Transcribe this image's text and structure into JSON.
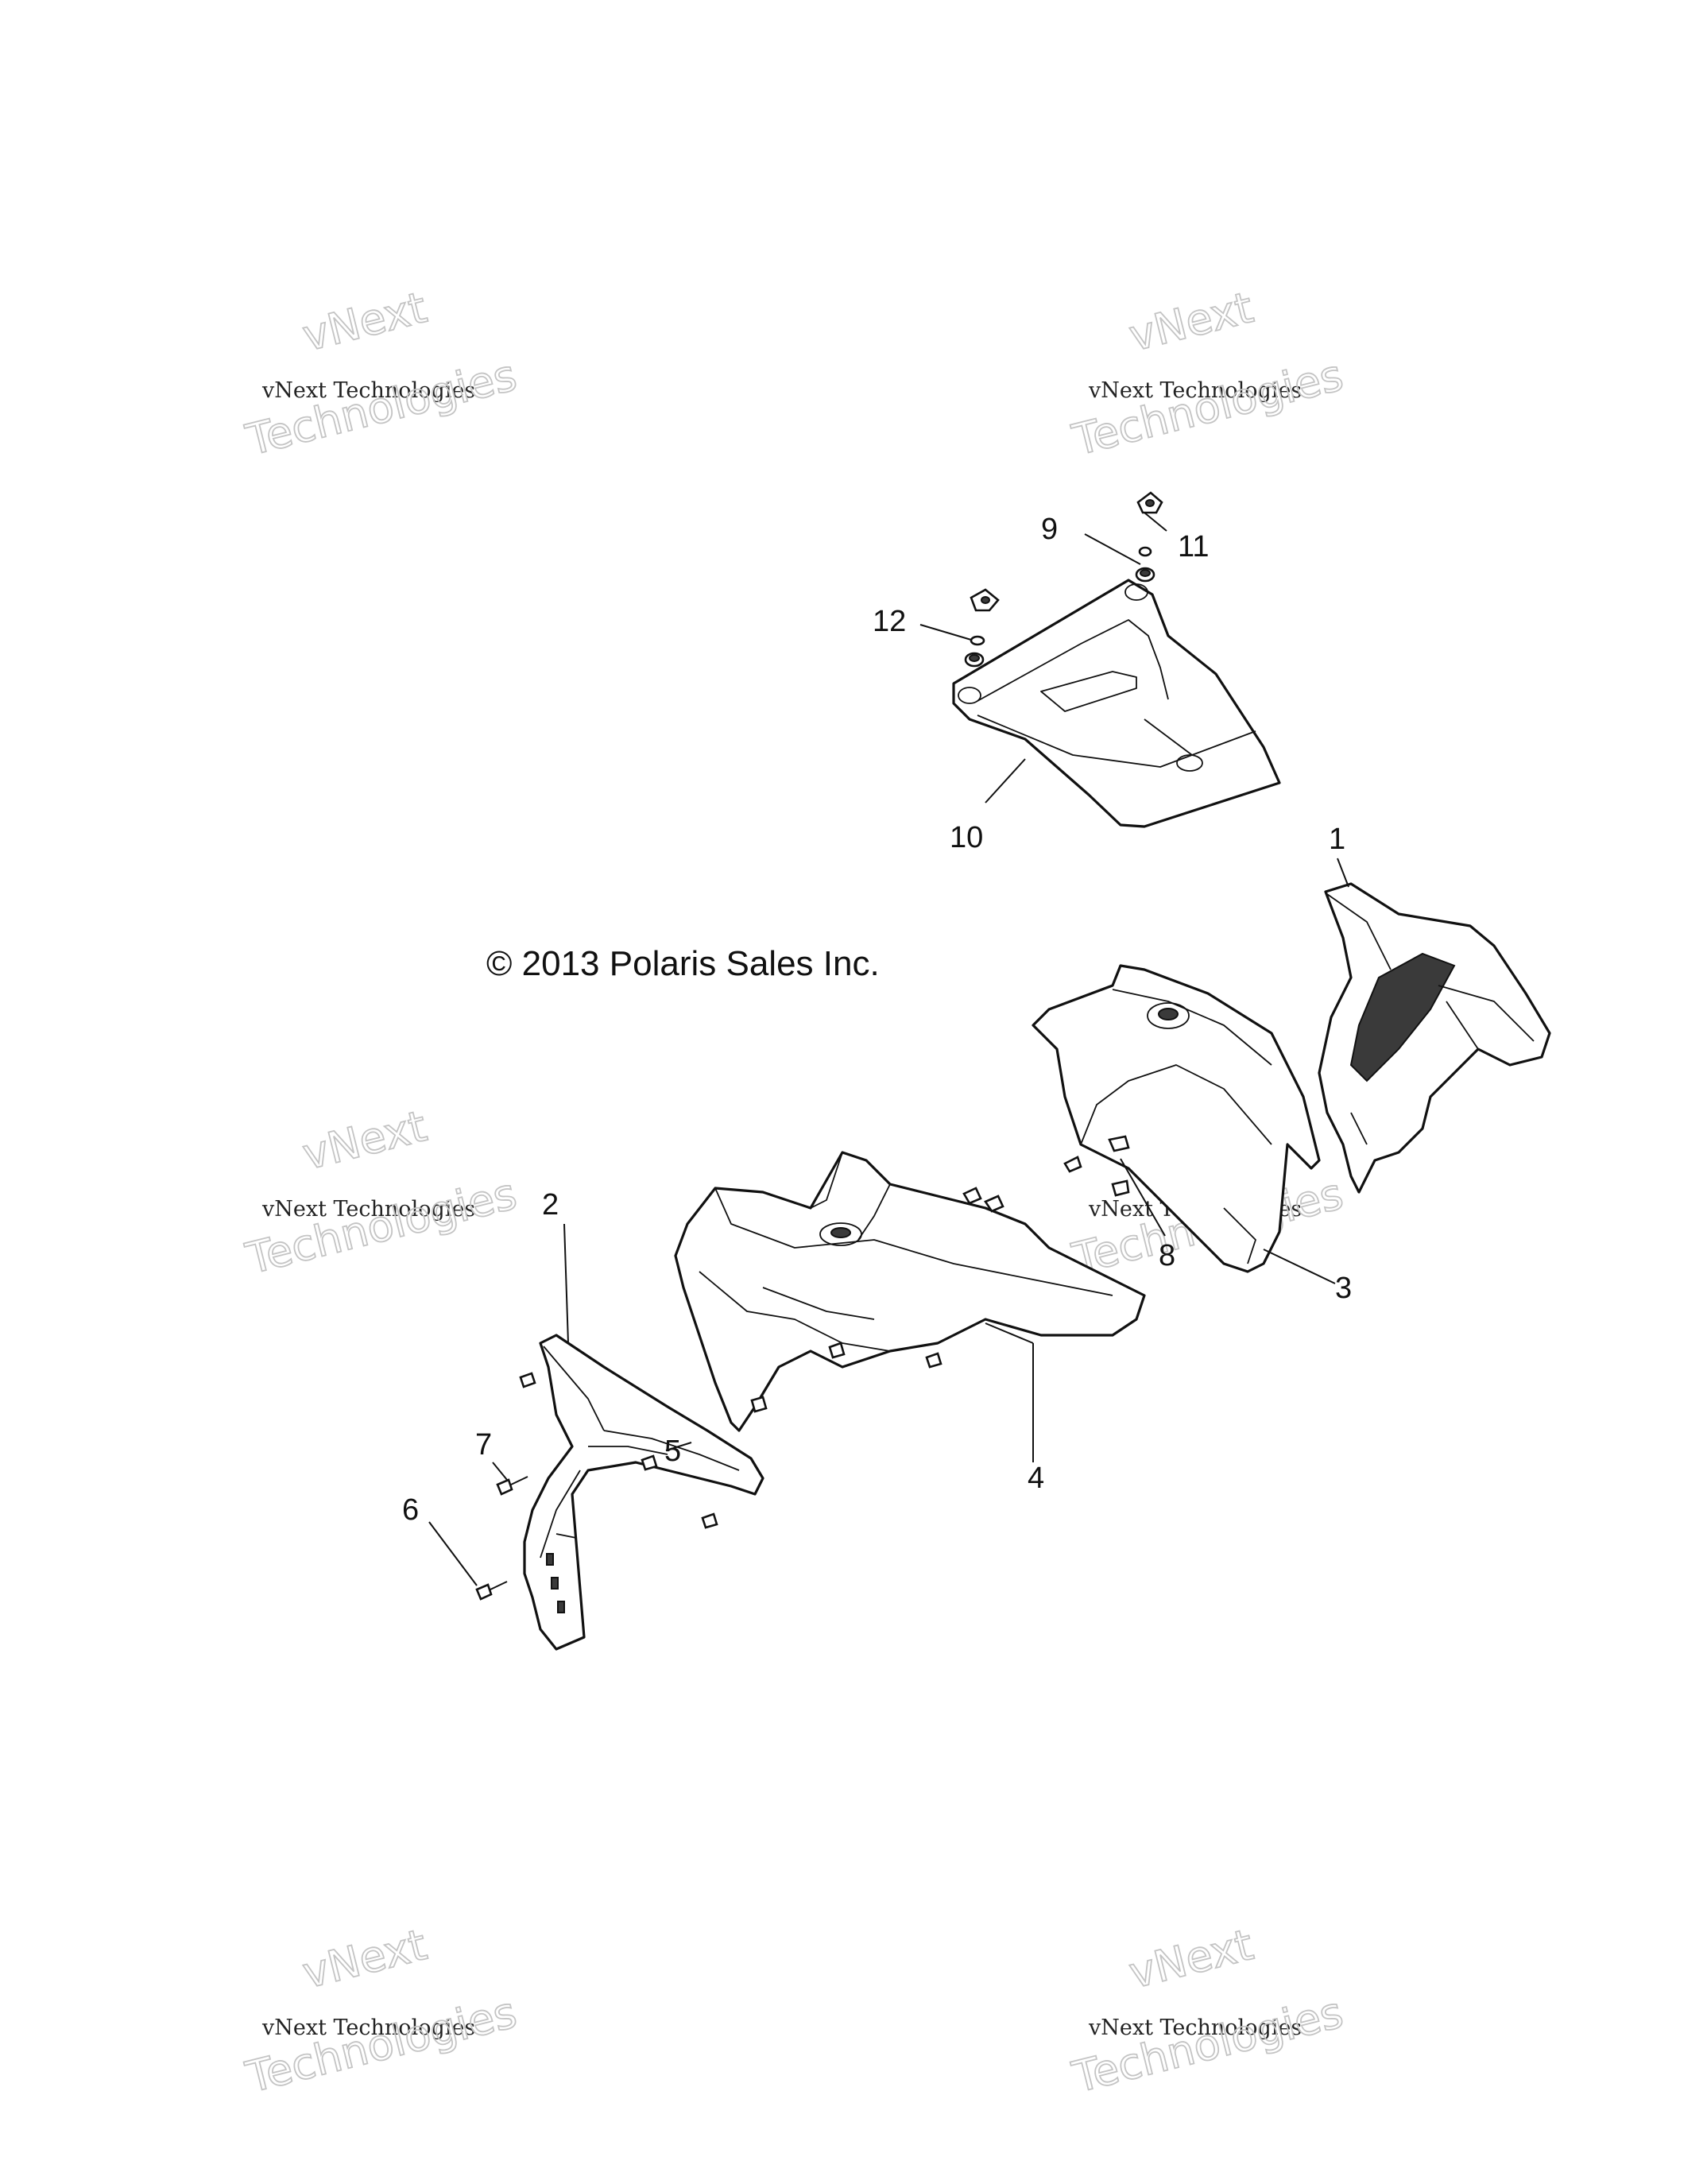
{
  "copyright": "© 2013 Polaris Sales Inc.",
  "watermark": {
    "line1": "vNext",
    "line2": "vNext Technologies",
    "line3": "Technologies"
  },
  "callouts": [
    "1",
    "2",
    "3",
    "4",
    "5",
    "6",
    "7",
    "8",
    "9",
    "10",
    "11",
    "12"
  ]
}
